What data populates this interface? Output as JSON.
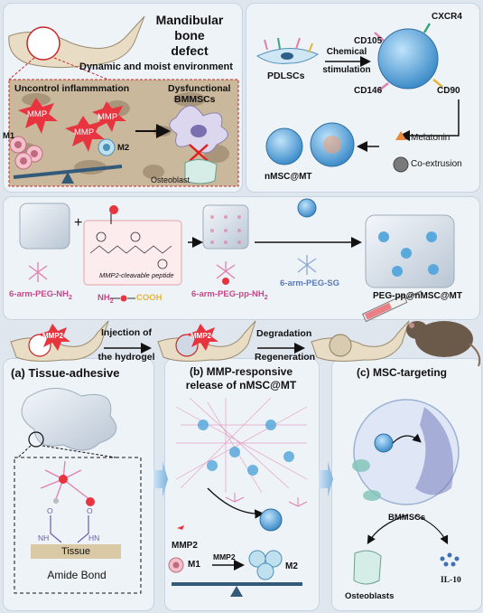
{
  "top_left": {
    "title_line1": "Mandibular",
    "title_line2": "bone",
    "title_line3": "defect",
    "environment": "Dynamic and moist environment",
    "uncontrol": "Uncontrol inflammmation",
    "dysfunctional_line1": "Dysfunctional",
    "dysfunctional_line2": "BMMSCs",
    "mmp": "MMP",
    "m1": "M1",
    "m2": "M2",
    "osteoblast": "Osteoblast"
  },
  "top_right": {
    "pdlscs": "PDLSCs",
    "chemical_line1": "Chemical",
    "chemical_line2": "stimulation",
    "cd105": "CD105",
    "cxcr4": "CXCR4",
    "cd146": "CD146",
    "cd90": "CD90",
    "melatonin": "Melatonin",
    "coextrusion": "Co-extrusion",
    "nmsc_mt": "nMSC@MT"
  },
  "middle": {
    "plus": "+",
    "peptide": "MMP2-cleavable peptide",
    "peg_nh2": "6-arm-PEG-NH",
    "sub2": "2",
    "nh2": "NH",
    "cooh": "COOH",
    "peg_pp_nh2": "6-arm-PEG-pp-NH",
    "peg_sg": "6-arm-PEG-SG",
    "final": "PEG-pp@nMSC@MT"
  },
  "flow": {
    "mmp2": "MMP2",
    "injection_line1": "Injection of",
    "injection_line2": "the hydrogel",
    "degradation": "Degradation",
    "regeneration": "Regeneration"
  },
  "panel_a": {
    "title": "(a) Tissue-adhesive",
    "nh": "NH",
    "hn": "HN",
    "o": "O",
    "tissue": "Tissue",
    "amide": "Amide Bond"
  },
  "panel_b": {
    "title_line1": "(b) MMP-responsive",
    "title_line2": "release of nMSC@MT",
    "mmp2": "MMP2",
    "m1": "M1",
    "m2": "M2"
  },
  "panel_c": {
    "title": "(c) MSC-targeting",
    "bmmscs": "BMMSCs",
    "osteoblasts": "Osteoblasts",
    "il10": "IL-10"
  },
  "colors": {
    "mmp_red": "#e8343f",
    "vesicle_blue": "#5aa9dd",
    "panel_bg": "#eef3f8",
    "pink_arm": "#e07fb0",
    "gold": "#e4b53c"
  }
}
